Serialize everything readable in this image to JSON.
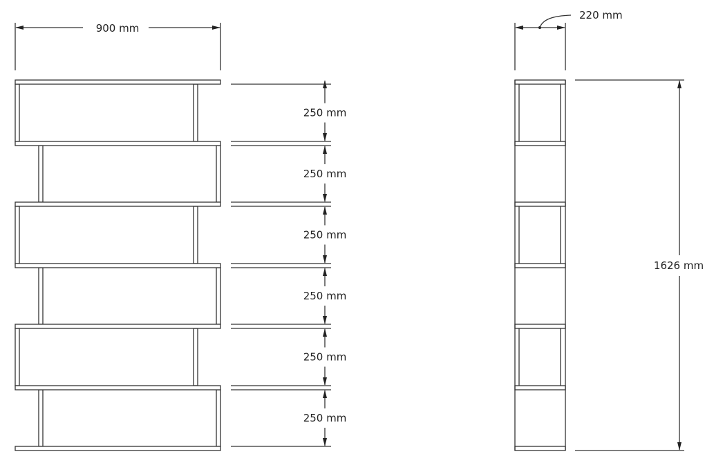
{
  "front_view": {
    "width_label": "900 mm",
    "shelf_spacing_labels": [
      "250 mm",
      "250 mm",
      "250 mm",
      "250 mm",
      "250 mm",
      "250 mm"
    ]
  },
  "side_view": {
    "depth_label": "220 mm",
    "height_label": "1626 mm"
  },
  "colors": {
    "line": "#333333",
    "background": "#ffffff"
  }
}
